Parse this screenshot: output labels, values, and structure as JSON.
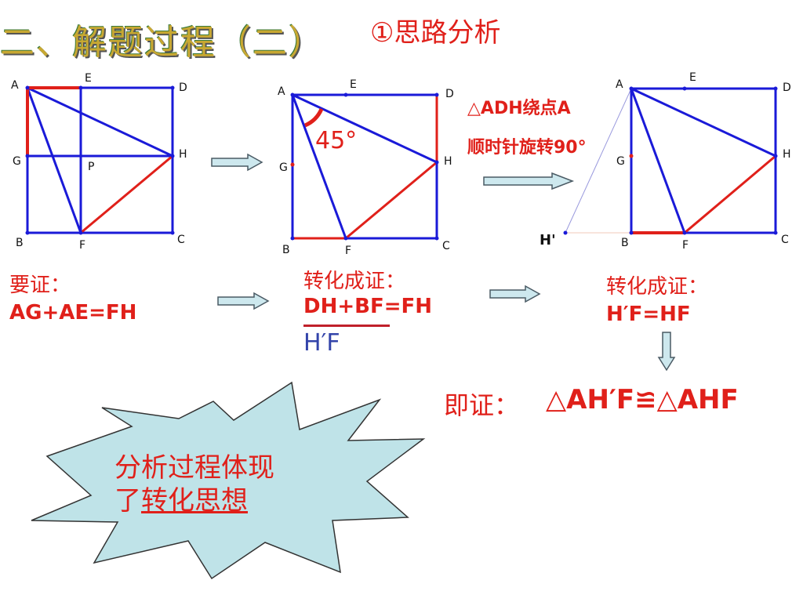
{
  "title": {
    "main": "二、解题过程（二）",
    "sub": "①思路分析"
  },
  "fig1": {
    "labels": {
      "A": "A",
      "E": "E",
      "D": "D",
      "G": "G",
      "P": "P",
      "H": "H",
      "B": "B",
      "F": "F",
      "C": "C"
    }
  },
  "fig2": {
    "labels": {
      "A": "A",
      "E": "E",
      "D": "D",
      "G": "G",
      "H": "H",
      "B": "B",
      "F": "F",
      "C": "C"
    },
    "angle": "45°"
  },
  "fig3": {
    "labels": {
      "A": "A",
      "E": "E",
      "D": "D",
      "G": "G",
      "H": "H",
      "Hp": "H'",
      "B": "B",
      "F": "F",
      "C": "C"
    }
  },
  "rotation_note": {
    "line1": "△ADH绕点A",
    "line2": "顺时针旋转90°"
  },
  "prove1": {
    "heading": "要证：",
    "formula": "AG+AE=FH"
  },
  "prove2": {
    "heading": "转化成证：",
    "formula": "DH+BF=FH",
    "replacement": "H′F"
  },
  "prove3": {
    "heading": "转化成证：",
    "formula": "H′F=HF"
  },
  "conclusion": {
    "prefix": "即证：",
    "formula": "△AH′F≌△AHF"
  },
  "burst": {
    "line1": "分析过程体现",
    "line2_prefix": "了",
    "line2_underlined": "转化思想"
  },
  "colors": {
    "blue": "#1a1ad8",
    "red": "#e0201a",
    "arrow_fill": "#cde8ee",
    "burst_fill": "#bfe3e8"
  }
}
